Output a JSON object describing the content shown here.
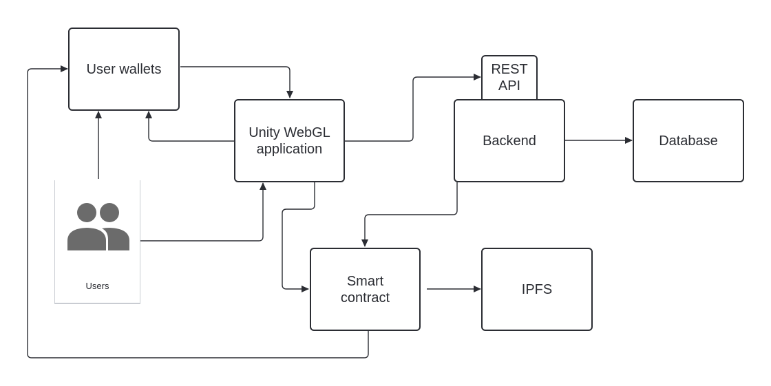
{
  "nodes": {
    "user_wallets": "User wallets",
    "unity_webgl": "Unity WebGL\napplication",
    "rest_api": "REST\nAPI",
    "backend": "Backend",
    "database": "Database",
    "smart_contract": "Smart\ncontract",
    "ipfs": "IPFS",
    "users": "Users"
  },
  "colors": {
    "stroke": "#2b2d33",
    "icon": "#6b6b6b",
    "card_border": "#c9ccd2"
  },
  "icons": {
    "users": "users-group-icon"
  }
}
